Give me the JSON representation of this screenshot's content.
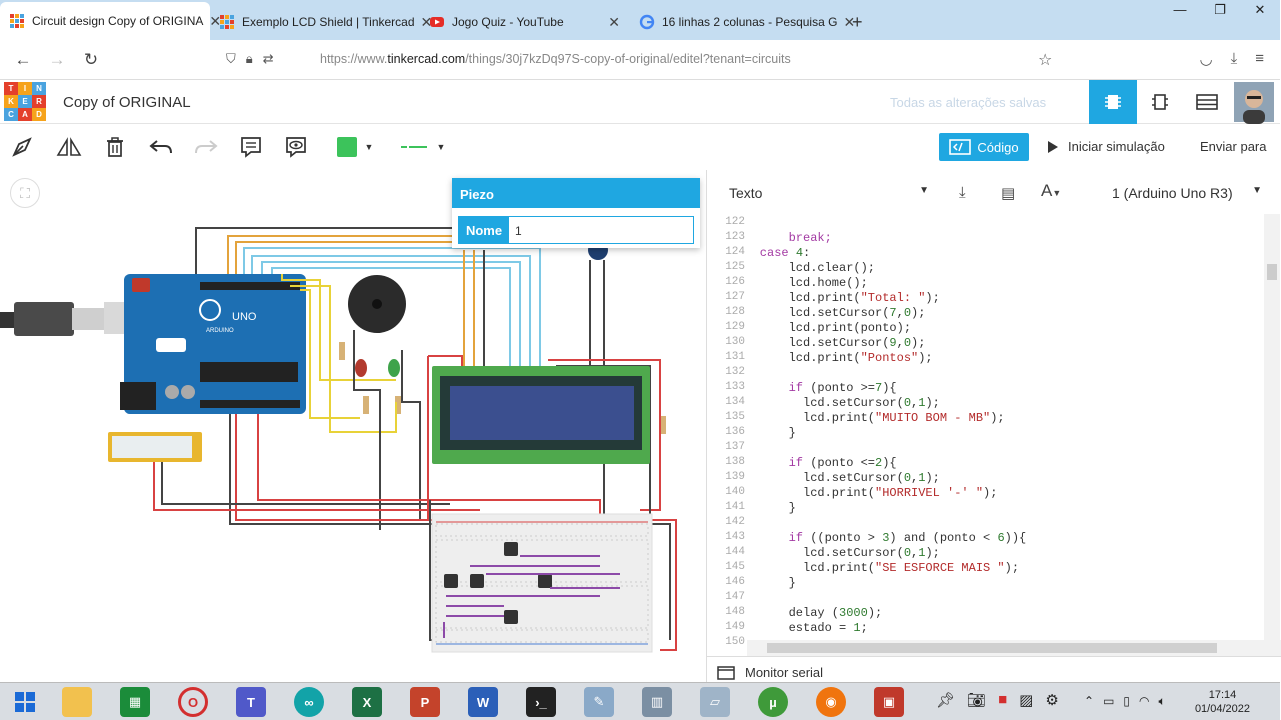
{
  "browser": {
    "tabs": [
      {
        "title": "Circuit design Copy of ORIGINA",
        "active": true
      },
      {
        "title": "Exemplo LCD Shield | Tinkercad",
        "active": false
      },
      {
        "title": "Jogo Quiz - YouTube",
        "active": false
      },
      {
        "title": "16 linhas 2 colunas - Pesquisa G",
        "active": false
      }
    ],
    "new_tab": "+",
    "url_prefix": "https://www.",
    "url_host": "tinkercad.com",
    "url_path": "/things/30j7kzDq97S-copy-of-original/editel?tenant=circuits"
  },
  "header": {
    "logo_letters": [
      "T",
      "I",
      "N",
      "K",
      "E",
      "R",
      "C",
      "A",
      "D"
    ],
    "project_title": "Copy of ORIGINAL",
    "saved_status": "Todas as alterações salvas"
  },
  "toolbar": {
    "code_label": "Código",
    "simulate_label": "Iniciar simulação",
    "send_label": "Enviar para"
  },
  "piezo_panel": {
    "title": "Piezo",
    "name_label": "Nome",
    "name_value": "1"
  },
  "code_panel": {
    "mode": "Texto",
    "board": "1 (Arduino Uno R3)",
    "serial_monitor": "Monitor serial",
    "lines": [
      {
        "n": "122",
        "indent": 8,
        "parts": [
          [
            "",
            ""
          ]
        ]
      },
      {
        "n": "123",
        "indent": 8,
        "parts": [
          [
            "break;",
            "kw"
          ]
        ]
      },
      {
        "n": "124",
        "indent": 4,
        "parts": [
          [
            "case ",
            "kw"
          ],
          [
            "4",
            "num"
          ],
          [
            ":",
            ""
          ]
        ]
      },
      {
        "n": "125",
        "indent": 8,
        "parts": [
          [
            "lcd.clear();",
            ""
          ]
        ]
      },
      {
        "n": "126",
        "indent": 8,
        "parts": [
          [
            "lcd.home();",
            ""
          ]
        ]
      },
      {
        "n": "127",
        "indent": 8,
        "parts": [
          [
            "lcd.print(",
            ""
          ],
          [
            "\"Total: \"",
            "str"
          ],
          [
            ");",
            ""
          ]
        ]
      },
      {
        "n": "128",
        "indent": 8,
        "parts": [
          [
            "lcd.setCursor(",
            ""
          ],
          [
            "7",
            "num"
          ],
          [
            ",",
            ""
          ],
          [
            "0",
            "num"
          ],
          [
            ");",
            ""
          ]
        ]
      },
      {
        "n": "129",
        "indent": 8,
        "parts": [
          [
            "lcd.print(ponto);",
            ""
          ]
        ]
      },
      {
        "n": "130",
        "indent": 8,
        "parts": [
          [
            "lcd.setCursor(",
            ""
          ],
          [
            "9",
            "num"
          ],
          [
            ",",
            ""
          ],
          [
            "0",
            "num"
          ],
          [
            ");",
            ""
          ]
        ]
      },
      {
        "n": "131",
        "indent": 8,
        "parts": [
          [
            "lcd.print(",
            ""
          ],
          [
            "\"Pontos\"",
            "str"
          ],
          [
            ");",
            ""
          ]
        ]
      },
      {
        "n": "132",
        "indent": 8,
        "parts": [
          [
            "",
            ""
          ]
        ]
      },
      {
        "n": "133",
        "indent": 8,
        "parts": [
          [
            "if",
            "kw"
          ],
          [
            " (ponto >=",
            ""
          ],
          [
            "7",
            "num"
          ],
          [
            "){",
            ""
          ]
        ]
      },
      {
        "n": "134",
        "indent": 10,
        "parts": [
          [
            "lcd.setCursor(",
            ""
          ],
          [
            "0",
            "num"
          ],
          [
            ",",
            ""
          ],
          [
            "1",
            "num"
          ],
          [
            ");",
            ""
          ]
        ]
      },
      {
        "n": "135",
        "indent": 10,
        "parts": [
          [
            "lcd.print(",
            ""
          ],
          [
            "\"MUITO BOM - MB\"",
            "str"
          ],
          [
            ");",
            ""
          ]
        ]
      },
      {
        "n": "136",
        "indent": 8,
        "parts": [
          [
            "}",
            ""
          ]
        ]
      },
      {
        "n": "137",
        "indent": 8,
        "parts": [
          [
            "",
            ""
          ]
        ]
      },
      {
        "n": "138",
        "indent": 8,
        "parts": [
          [
            "if",
            "kw"
          ],
          [
            " (ponto <=",
            ""
          ],
          [
            "2",
            "num"
          ],
          [
            "){",
            ""
          ]
        ]
      },
      {
        "n": "139",
        "indent": 10,
        "parts": [
          [
            "lcd.setCursor(",
            ""
          ],
          [
            "0",
            "num"
          ],
          [
            ",",
            ""
          ],
          [
            "1",
            "num"
          ],
          [
            ");",
            ""
          ]
        ]
      },
      {
        "n": "140",
        "indent": 10,
        "parts": [
          [
            "lcd.print(",
            ""
          ],
          [
            "\"HORRIVEL '-' \"",
            "str"
          ],
          [
            ");",
            ""
          ]
        ]
      },
      {
        "n": "141",
        "indent": 8,
        "parts": [
          [
            "}",
            ""
          ]
        ]
      },
      {
        "n": "142",
        "indent": 8,
        "parts": [
          [
            "",
            ""
          ]
        ]
      },
      {
        "n": "143",
        "indent": 8,
        "parts": [
          [
            "if",
            "kw"
          ],
          [
            " ((ponto > ",
            ""
          ],
          [
            "3",
            "num"
          ],
          [
            ") and (ponto < ",
            ""
          ],
          [
            "6",
            "num"
          ],
          [
            ")){",
            ""
          ]
        ]
      },
      {
        "n": "144",
        "indent": 10,
        "parts": [
          [
            "lcd.setCursor(",
            ""
          ],
          [
            "0",
            "num"
          ],
          [
            ",",
            ""
          ],
          [
            "1",
            "num"
          ],
          [
            ");",
            ""
          ]
        ]
      },
      {
        "n": "145",
        "indent": 10,
        "parts": [
          [
            "lcd.print(",
            ""
          ],
          [
            "\"SE ESFORCE MAIS \"",
            "str"
          ],
          [
            ");",
            ""
          ]
        ]
      },
      {
        "n": "146",
        "indent": 8,
        "parts": [
          [
            "}",
            ""
          ]
        ]
      },
      {
        "n": "147",
        "indent": 8,
        "parts": [
          [
            "",
            ""
          ]
        ]
      },
      {
        "n": "148",
        "indent": 8,
        "parts": [
          [
            "delay (",
            ""
          ],
          [
            "3000",
            "num"
          ],
          [
            ");",
            ""
          ]
        ]
      },
      {
        "n": "149",
        "indent": 8,
        "parts": [
          [
            "estado = ",
            ""
          ],
          [
            "1",
            "num"
          ],
          [
            ";",
            ""
          ]
        ]
      },
      {
        "n": "150",
        "indent": 8,
        "parts": [
          [
            "",
            ""
          ]
        ]
      }
    ]
  },
  "circuit": {
    "board_brand": "ARDUINO",
    "board_model": "UNO"
  },
  "taskbar": {
    "time": "17:14",
    "date": "01/04/2022"
  },
  "colors": {
    "accent": "#1fa7e1",
    "arduino_blue": "#1d6fb3",
    "lcd_green": "#4fa94d"
  }
}
